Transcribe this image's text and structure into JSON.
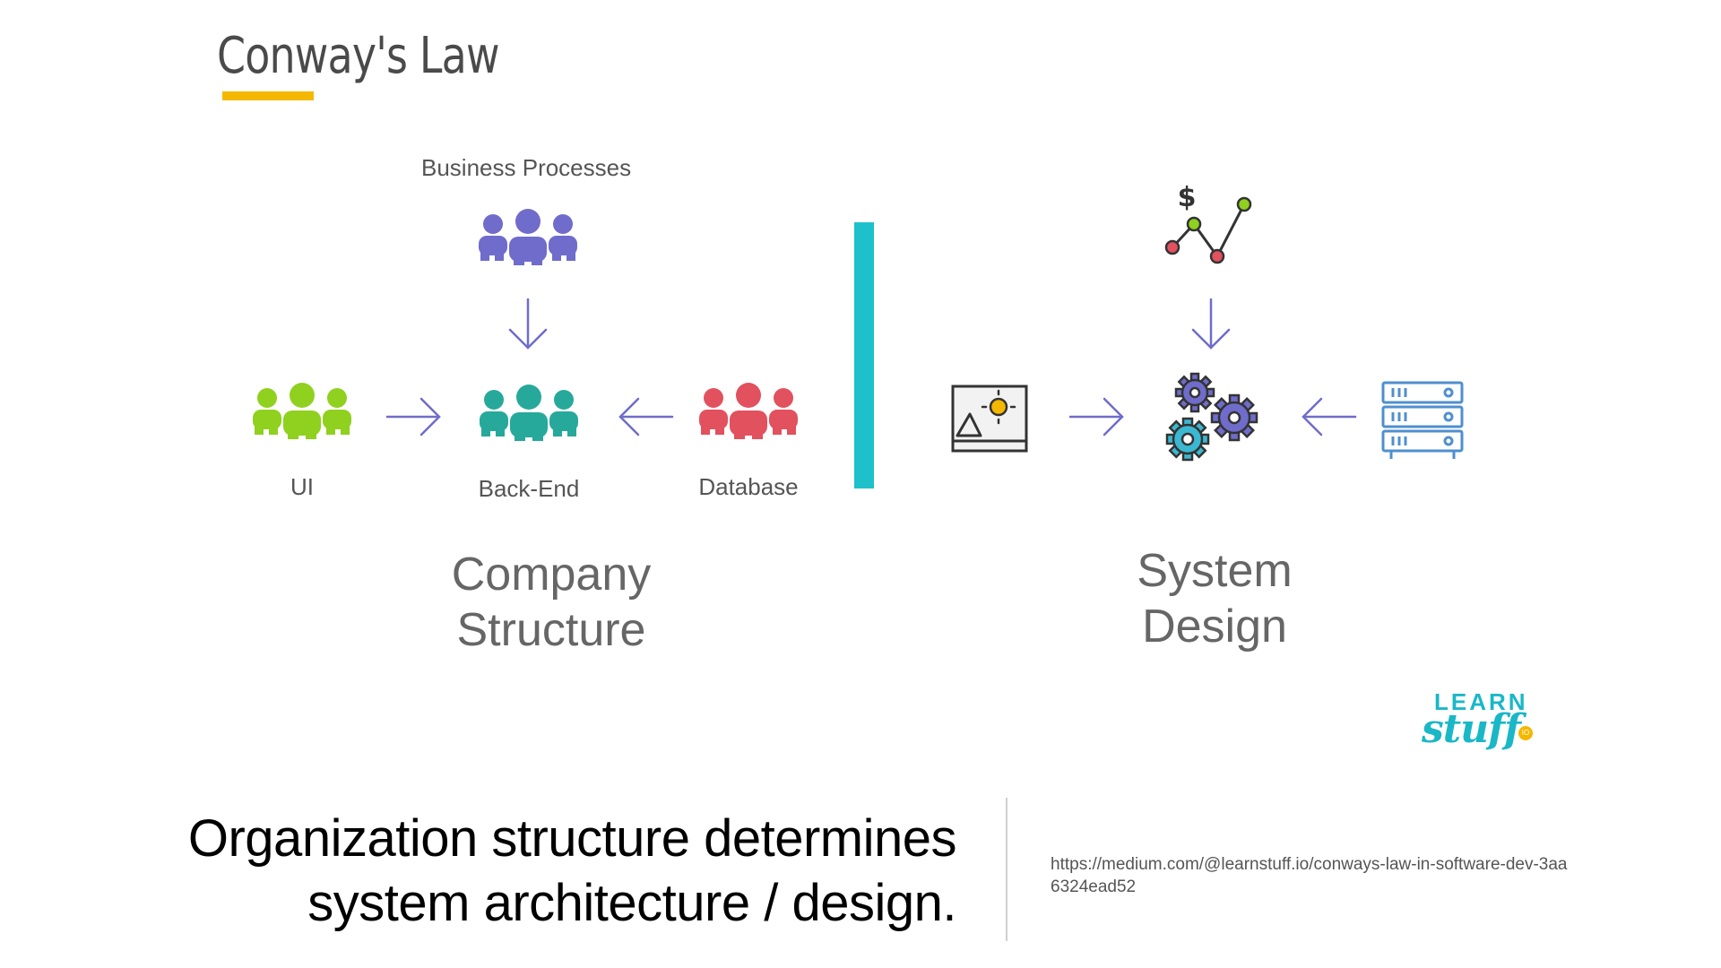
{
  "slide": {
    "title": "Conway's Law",
    "tagline_line1": "Organization structure determines",
    "tagline_line2": "system architecture / design.",
    "source_url": "https://medium.com/@learnstuff.io/conways-law-in-software-dev-3aa6324ead52"
  },
  "company": {
    "group_label_line1": "Company",
    "group_label_line2": "Structure",
    "top_label": "Business Processes",
    "left_label": "UI",
    "center_label": "Back-End",
    "right_label": "Database"
  },
  "system": {
    "group_label_line1": "System",
    "group_label_line2": "Design",
    "chart_icon_symbol": "$"
  },
  "logo": {
    "line1": "LEARN",
    "line2": "stuff",
    "badge": "IO"
  },
  "colors": {
    "title_underline": "#f5b800",
    "divider": "#1ec1c9",
    "business_team": "#6f6ccb",
    "ui_team": "#8fd11e",
    "backend_team": "#26a99b",
    "database_team": "#e2515e",
    "arrow": "#6f6ccb",
    "server_icon": "#4f8fcf"
  },
  "icons": [
    "team-icon",
    "arrow-icon",
    "image-icon",
    "gears-icon",
    "chart-icon",
    "server-icon"
  ]
}
